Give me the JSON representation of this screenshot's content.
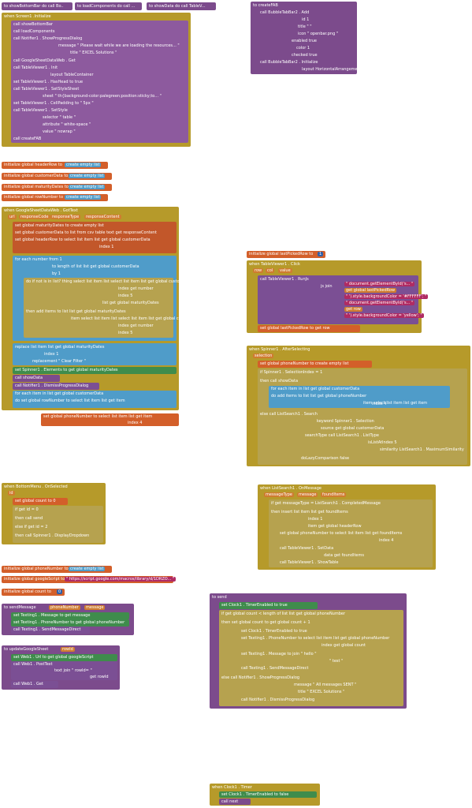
{
  "top_procs": [
    {
      "label": "to showBottomBar do call  Bo.."
    },
    {
      "label": "to loadComponents do call  ..."
    },
    {
      "label": "to showData do call  TableV..."
    }
  ],
  "screen_init": {
    "header": "when Screen1 .Initialize",
    "lines": [
      "call showBottomBar",
      "call loadComponents",
      "call Notifier1 . ShowProgressDialog",
      "message  \" Please wait while we are loading the resources... \"",
      "title  \" EXCEL Solutions \"",
      "call GoogleSheetDataWeb . Get",
      "call TableViewer1 . Init",
      "layout  TableContainer",
      "set TableViewer1 . HasHead to  true",
      "call TableViewer1 . SetStyleSheet",
      "sheet  \" th{background-color:palegreen;position:sticky;to... \"",
      "set TableViewer1 . CellPadding to  \" 5px \"",
      "call TableViewer1 . SetStyle",
      "selector  \" table \"",
      "attribute  \" white-space \"",
      "value  \" nowrap \"",
      "call createFAB"
    ]
  },
  "create_fab": {
    "header": "to createFAB",
    "lines": [
      "call BubbleTabBar2 . Add",
      "id  1",
      "title  \" \"",
      "icon  \" openbar.png \"",
      "enabled  true",
      "color  1",
      "checked  true",
      "call BubbleTabBar2 . Initialize",
      "layout  HorizontalArrangement1"
    ]
  },
  "globals_a": [
    {
      "name": "initialize global headerRow to",
      "value": "create empty list"
    },
    {
      "name": "initialize global customerData to",
      "value": "create empty list"
    },
    {
      "name": "initialize global maturityDates to",
      "value": "create empty list"
    },
    {
      "name": "initialize global rowNumber to",
      "value": "create empty list"
    }
  ],
  "got_text": {
    "header": "when GoogleSheetDataWeb . GotText",
    "params": [
      "url",
      "responseCode",
      "responseType",
      "responseContent"
    ],
    "lines": [
      "set global maturityDates to  create empty list",
      "set global customerData to  list from csv table text  get responseContent",
      "set global headerRow to  select list item list  get global customerData",
      "index  1",
      "for each number from  1",
      "to  length of list list  get global customerData",
      "by  1",
      "do  if  not  is in list? thing  select list item list  select list item list  get global customerData",
      "index  get number",
      "index  5",
      "list  get global maturityDates",
      "then  add items to list  list  get global maturityDates",
      "item  select list item list  select list item list  get global customerData",
      "index  get number",
      "index  5",
      "replace list item list  get global maturityDates",
      "index  1",
      "replacement  \" Clear Filter \"",
      "set Spinner1 . Elements to  get global maturityDates",
      "call showData",
      "call Notifier1 . DismissProgressDialog",
      "for each item in list  get global customerData",
      "do  set global rowNumber to  select list item list  get item",
      "index  1",
      "set global phoneNumber to  select list item list  get item",
      "index  4"
    ]
  },
  "last_picked": {
    "label": "initialize global lastPickedRow to",
    "value": "1"
  },
  "table_click": {
    "header": "when TableViewer1 . Click",
    "params": [
      "row",
      "col",
      "value"
    ],
    "lines": [
      "call TableViewer1 . RunJs",
      "js  join",
      "\" document.getElementById('s... \"",
      "get global lastPickedRow",
      "\" ').style.backgroundColor = '#FFFFFF'; \"",
      "\" document.getElementById('s... \"",
      "get row",
      "\" ').style.backgroundColor = 'yellow'; \"",
      "set global lastPickedRow to  get row"
    ]
  },
  "spinner": {
    "header": "when Spinner1 . AfterSelecting",
    "params": [
      "selection"
    ],
    "lines": [
      "set global phoneNumber to  create empty list",
      "if  Spinner1 . SelectionIndex  =  1",
      "then  call showData",
      "for each item in list  get global customerData",
      "do  add items to list  list  get global phoneNumber",
      "item  select list item list  get item",
      "index  4",
      "else  call ListSearch1 . Search",
      "keyword  Spinner1 . Selection",
      "source  get global customerData",
      "searchType  call ListSearch1 . ListType",
      "isListAtIndex  5",
      "similarity  ListSearch1 . MaximumSimilarity",
      "doLazyComparison  false"
    ]
  },
  "bottom_menu": {
    "header": "when BottomMenu . OnSelected",
    "params": [
      "id"
    ],
    "lines": [
      "set global count to  0",
      "if  get id  =  0",
      "then  call send",
      "else if  get id  =  2",
      "then  call Spinner1 . DisplayDropdown"
    ]
  },
  "list_search": {
    "header": "when ListSearch1 . OnMessage",
    "params": [
      "messageType",
      "message",
      "foundItems"
    ],
    "lines": [
      "if  get messageType  =  ListSearch1 . CompletedMessage",
      "then  insert list item list  get foundItems",
      "index  1",
      "item  get global headerRow",
      "set global phoneNumber to  select list item list  get foundItems",
      "index  4",
      "call TableViewer1 . SetData",
      "data  get foundItems",
      "call TableViewer1 . ShowTable"
    ]
  },
  "globals_b": [
    {
      "name": "initialize global phoneNumber to",
      "value": "create empty list"
    },
    {
      "name": "initialize global googleScript to",
      "value": "\" https://script.google.com/macros/library/d/1DRZO... \""
    },
    {
      "name": "initialize global count to",
      "value": "0"
    }
  ],
  "send_message": {
    "header": "to sendMessage",
    "params": [
      "phoneNumber",
      "message"
    ],
    "lines": [
      "set Texting1 . Message to  get message",
      "set Texting1 . PhoneNumber to  get global phoneNumber",
      "call Texting1 . SendMessageDirect"
    ]
  },
  "update_sheet": {
    "header": "to updateGoogleSheet",
    "params": [
      "rowId"
    ],
    "lines": [
      "set Web1 . Url to  get global googleScript",
      "call Web1 . PostText",
      "text  join  \" rowId= \"",
      "get rowId",
      "call Web1 . Get"
    ]
  },
  "send": {
    "header": "to send",
    "lines": [
      "set Clock1 . TimerEnabled to  true",
      "if  get global count  <  length of list list  get global phoneNumber",
      "then  set global count to  get global count  +  1",
      "set Clock1 . TimerEnabled to  true",
      "set Texting1 . PhoneNumber to  select list item list  get global phoneNumber",
      "index  get global count",
      "set Texting1 . Message to  join  \" hello \"",
      "\" test \"",
      "call Texting1 . SendMessageDirect",
      "else  call Notifier1 . ShowProgressDialog",
      "message  \" All messages SENT \"",
      "title  \" EXCEL Solutions \"",
      "call Notifier1 . DismissProgressDialog"
    ]
  },
  "clock": {
    "header": "when Clock1 . Timer",
    "lines": [
      "set Clock1 . TimerEnabled to  false",
      "call next"
    ]
  }
}
